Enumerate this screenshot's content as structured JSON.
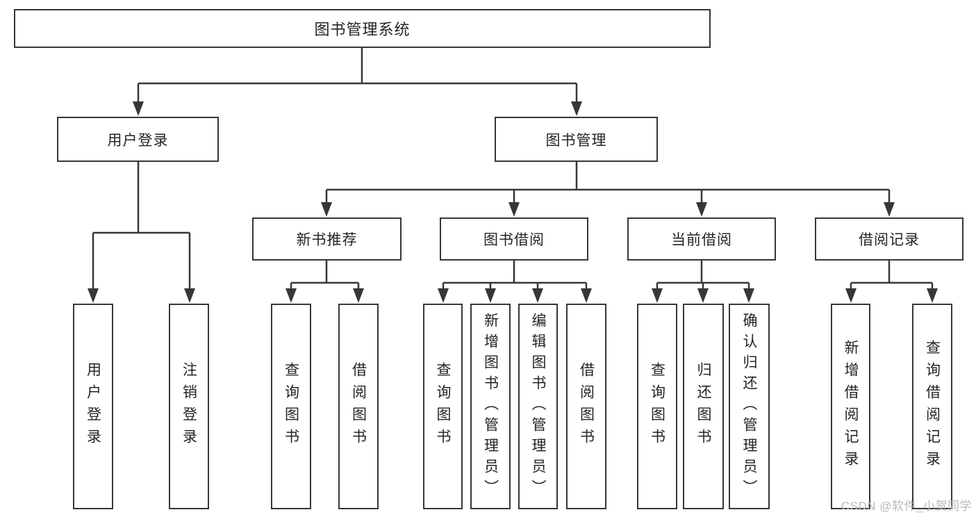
{
  "tree": {
    "label": "图书管理系统",
    "children": [
      {
        "label": "用户登录",
        "children": [
          {
            "label": "用户登录"
          },
          {
            "label": "注销登录"
          }
        ]
      },
      {
        "label": "图书管理",
        "children": [
          {
            "label": "新书推荐",
            "children": [
              {
                "label": "查询图书"
              },
              {
                "label": "借阅图书"
              }
            ]
          },
          {
            "label": "图书借阅",
            "children": [
              {
                "label": "查询图书"
              },
              {
                "label": "新增图书（管理员）"
              },
              {
                "label": "编辑图书（管理员）"
              },
              {
                "label": "借阅图书"
              }
            ]
          },
          {
            "label": "当前借阅",
            "children": [
              {
                "label": "查询图书"
              },
              {
                "label": "归还图书"
              },
              {
                "label": "确认归还（管理员）"
              }
            ]
          },
          {
            "label": "借阅记录",
            "children": [
              {
                "label": "新增借阅记录"
              },
              {
                "label": "查询借阅记录"
              }
            ]
          }
        ]
      }
    ]
  },
  "watermark": {
    "text": "CSDN @软件_小贺同学"
  },
  "colors": {
    "line": "#373737",
    "text": "#242424",
    "watermark": "#b9b9b9"
  }
}
